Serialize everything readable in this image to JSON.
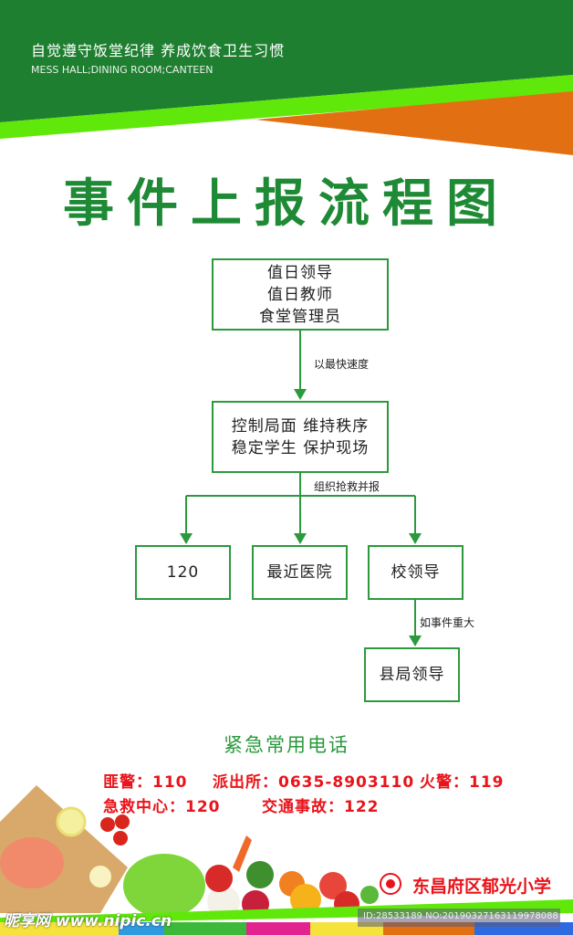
{
  "header": {
    "slogan": "自觉遵守饭堂纪律  养成饮食卫生习惯",
    "subtitle": "MESS HALL;DINING ROOM;CANTEEN"
  },
  "title": "事件上报流程图",
  "flow": {
    "step1": [
      "值日领导",
      "值日教师",
      "食堂管理员"
    ],
    "edge1": "以最快速度",
    "step2": [
      "控制局面 维持秩序",
      "稳定学生 保护现场"
    ],
    "edge2": "组织抢救并报",
    "branches": [
      "120",
      "最近医院",
      "校领导"
    ],
    "edge3": "如事件重大",
    "final": "县局领导"
  },
  "emergency": {
    "heading": "紧急常用电话",
    "row1": [
      "匪警：110",
      "派出所：0635-8903110",
      "火警：119"
    ],
    "row2": [
      "急救中心：120",
      "交通事故：122"
    ]
  },
  "footer": {
    "school": "东昌府区郁光小学",
    "watermark": "昵享网 www.nipic.cn",
    "id": "ID:28533189 NO:20190327163119978088"
  },
  "colors": {
    "green": "#1f7f30",
    "lime": "#5fe80a",
    "orange": "#e27013",
    "red": "#e8141b"
  }
}
